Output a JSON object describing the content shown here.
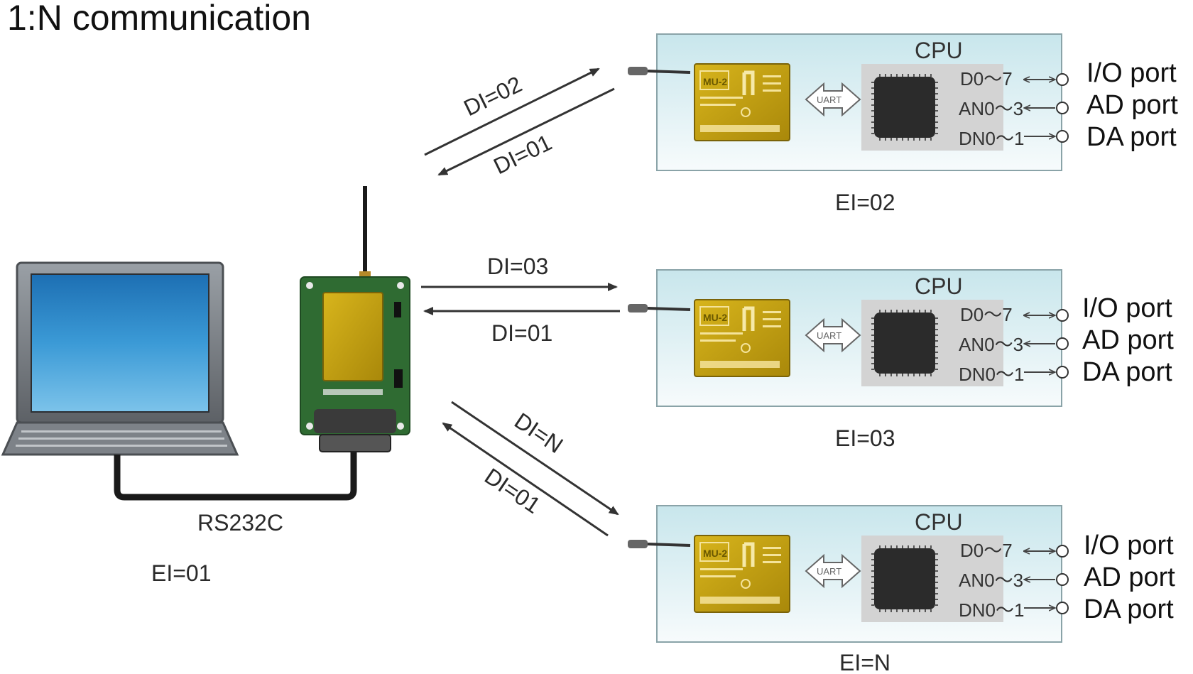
{
  "title": "1:N communication",
  "host": {
    "cable_label": "RS232C",
    "ei_label": "EI=01"
  },
  "links": [
    {
      "send_label": "DI=02",
      "reply_label": "DI=01"
    },
    {
      "send_label": "DI=03",
      "reply_label": "DI=01"
    },
    {
      "send_label": "DI=N",
      "reply_label": "DI=01"
    }
  ],
  "nodes": [
    {
      "cpu_label": "CPU",
      "uart_label": "UART",
      "pins": [
        "D0～7",
        "AN0～3",
        "DN0～1"
      ],
      "ports": [
        "I/O port",
        "AD port",
        "DA port"
      ],
      "ei_label": "EI=02"
    },
    {
      "cpu_label": "CPU",
      "uart_label": "UART",
      "pins": [
        "D0～7",
        "AN0～3",
        "DN0～1"
      ],
      "ports": [
        "I/O port",
        "AD port",
        "DA port"
      ],
      "ei_label": "EI=03"
    },
    {
      "cpu_label": "CPU",
      "uart_label": "UART",
      "pins": [
        "D0～7",
        "AN0～3",
        "DN0～1"
      ],
      "ports": [
        "I/O port",
        "AD port",
        "DA port"
      ],
      "ei_label": "EI=N"
    }
  ],
  "colors": {
    "panel_gradient_top": "#c9e7ec",
    "panel_gradient_bottom": "#f6fbfc",
    "module_gold": "#c9a60f",
    "pcb_green": "#2f6b32",
    "screen_blue": "#2a86c9"
  }
}
